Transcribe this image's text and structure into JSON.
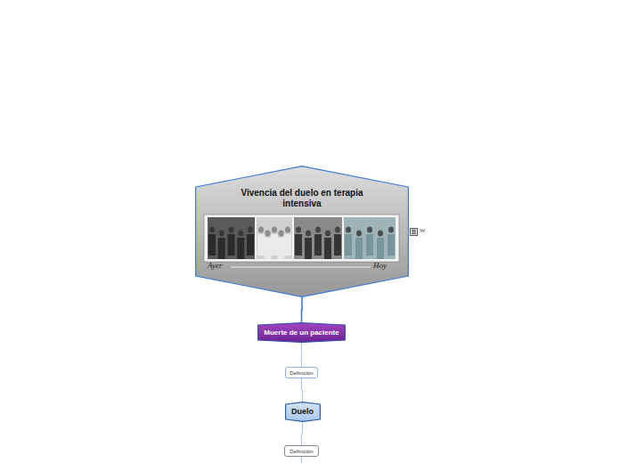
{
  "diagram": {
    "nodes": [
      {
        "text": [
          "Vivencia del duelo en terapia intensiva",
          "Ayer",
          "Hoy"
        ]
      },
      {
        "text": [
          "Muerte de un paciente"
        ]
      },
      {
        "text": [
          "Definición"
        ]
      },
      {
        "text": [
          "Duelo"
        ]
      },
      {
        "text": [
          "Definición"
        ]
      }
    ],
    "edges": [
      {
        "from": 0,
        "to": 1,
        "arrow": "none"
      },
      {
        "from": 1,
        "to": 2,
        "arrow": "none"
      },
      {
        "from": 2,
        "to": 3,
        "arrow": "none"
      },
      {
        "from": 3,
        "to": 4,
        "arrow": "none"
      }
    ],
    "labels": [
      "W"
    ]
  }
}
